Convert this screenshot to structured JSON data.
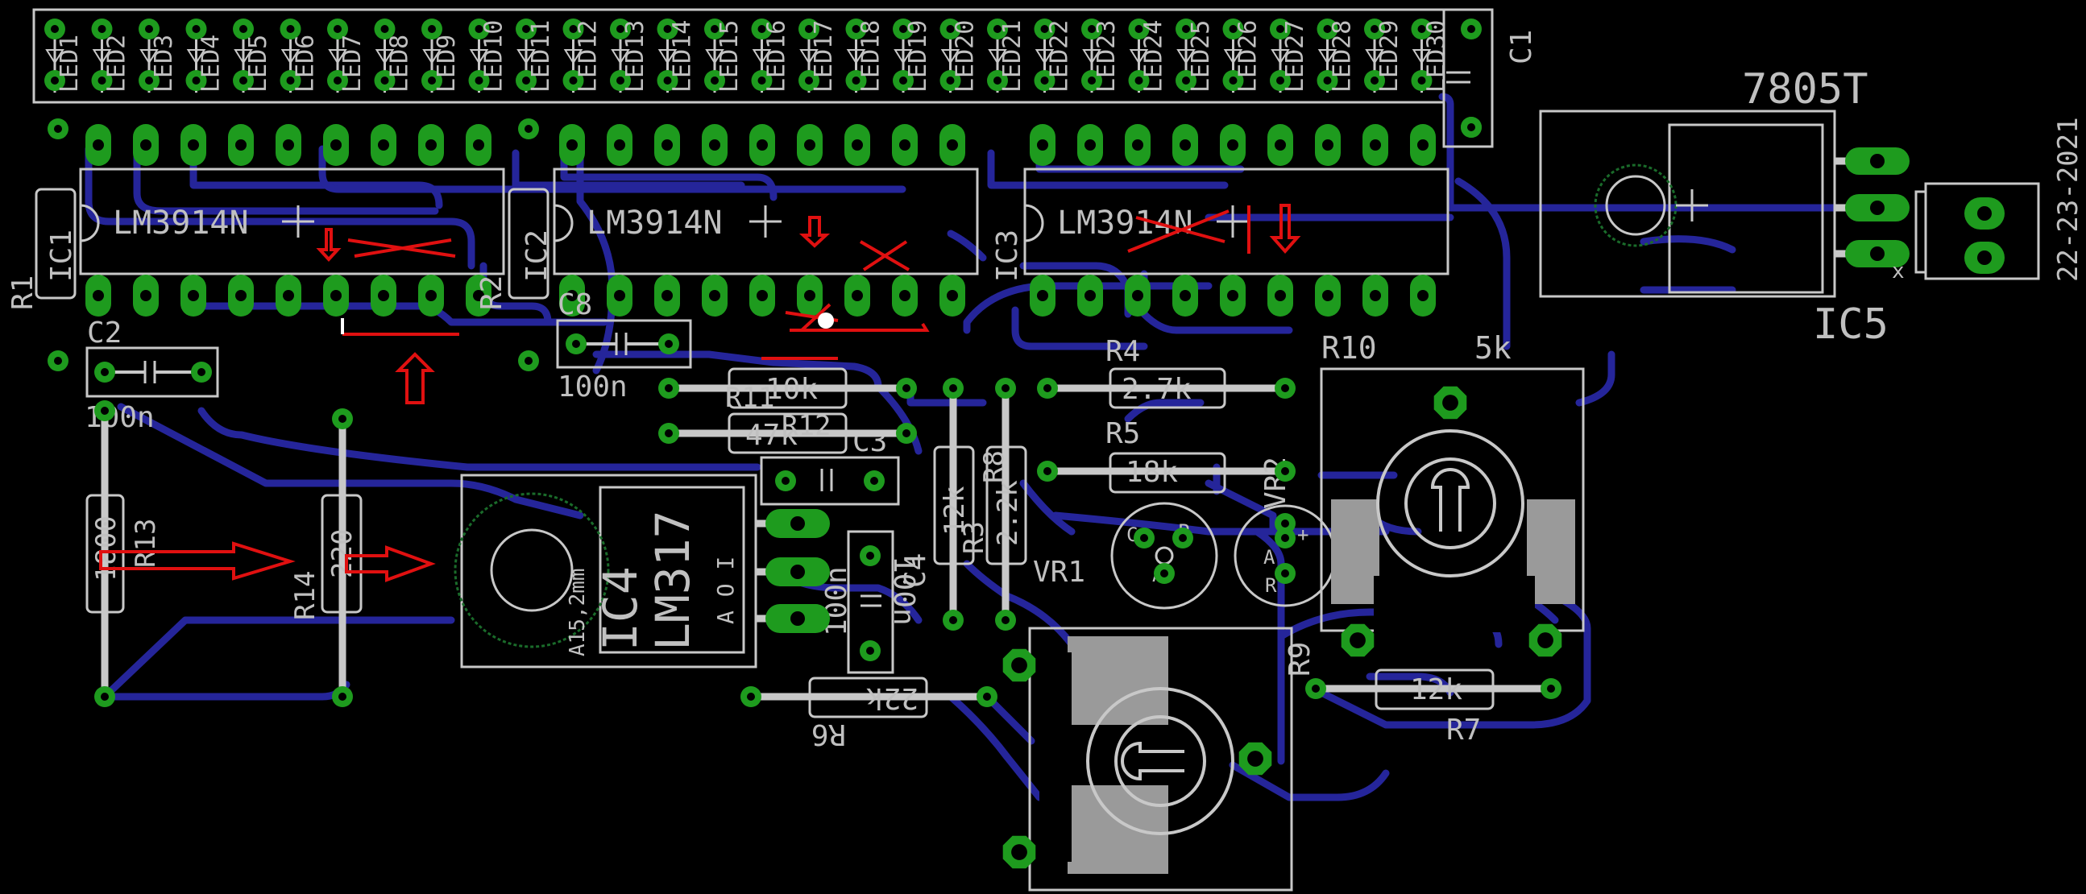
{
  "colors": {
    "background": "#000000",
    "copper_bottom": "#25259a",
    "pad": "#1e9b1e",
    "silkscreen": "#c8c8c8",
    "annotation": "#e01010"
  },
  "date_label": "22-23-2021",
  "led_labels": [
    "LED1",
    "LED2",
    "LED3",
    "LED4",
    "LED5",
    "LED6",
    "LED7",
    "LED8",
    "LED9",
    "LED10",
    "LED11",
    "LED12",
    "LED13",
    "LED14",
    "LED15",
    "LED16",
    "LED17",
    "LED18",
    "LED19",
    "LED20",
    "LED21",
    "LED22",
    "LED23",
    "LED24",
    "LED25",
    "LED26",
    "LED27",
    "LED28",
    "LED29",
    "LED30"
  ],
  "chips": {
    "ic1": {
      "name": "IC1",
      "value": "LM3914N"
    },
    "ic2": {
      "name": "IC2",
      "value": "LM3914N"
    },
    "ic3": {
      "name": "IC3",
      "value": "LM3914N"
    },
    "ic4": {
      "name": "IC4",
      "value": "LM317",
      "note": "A15,2mm",
      "pins": "A O I"
    },
    "ic5": {
      "name": "IC5",
      "value": "7805T"
    }
  },
  "parts": {
    "r1": "R1",
    "r2": "R2",
    "r3": "R3",
    "r4": "R4",
    "r5": "R5",
    "r6": "R6",
    "r7": "R7",
    "r8": "R8",
    "r9": "R9",
    "r10": "R10",
    "r11": "R11",
    "r12": "R12",
    "r13": "R13",
    "r14": "R14",
    "c1": "C1",
    "c2": "C2",
    "c3": "C3",
    "c4": "C4",
    "c8": "C8",
    "vr1": "VR1",
    "vr2": "VR2"
  },
  "values": {
    "c2": "100n",
    "c8": "100n",
    "c4": "100n",
    "c3_val": "100n",
    "r11": "10k",
    "r12": "47k",
    "r4": "2.7k",
    "r5": "18k",
    "r3": "12k",
    "r8": "2.2k",
    "r6": "22k",
    "r7": "12k",
    "r13": "1800",
    "r14": "220",
    "r10": "5k"
  },
  "pin_marks": {
    "x": "x",
    "c": "C",
    "p": "P",
    "a": "A",
    "r": "R",
    "plus": "+"
  }
}
